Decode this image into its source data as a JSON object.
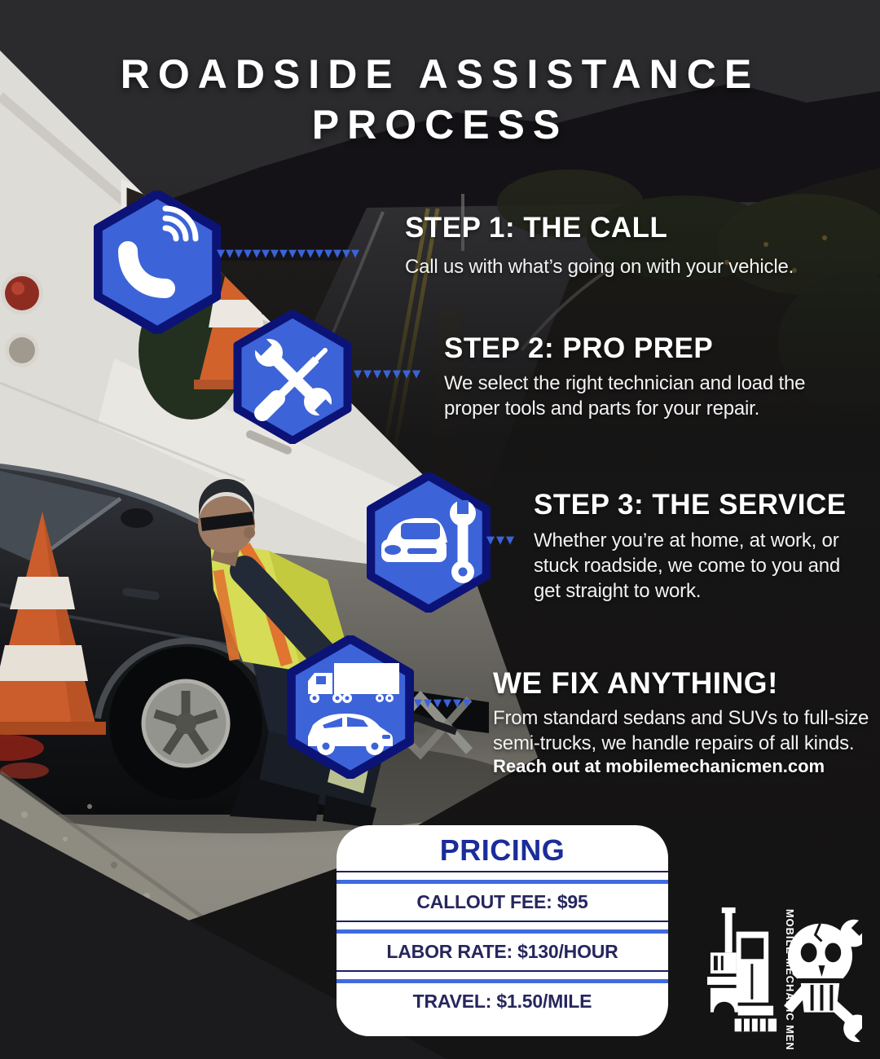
{
  "title": {
    "line1": "ROADSIDE ASSISTANCE",
    "line2": "PROCESS"
  },
  "steps": [
    {
      "icon": "phone-icon",
      "connector": "▼▼▼▼▼▼▼▼▼▼▼▼▼▼▼▼",
      "heading": "STEP 1: THE CALL",
      "line1": "Call us with what’s going on with your vehicle."
    },
    {
      "icon": "tools-icon",
      "connector": "▼▼▼▼▼▼▼",
      "heading": "STEP 2: PRO PREP",
      "line1": "We select the right technician and load the",
      "line2": "proper tools and parts for your repair."
    },
    {
      "icon": "car-wrench-icon",
      "connector": "▼▼▼",
      "heading": "STEP 3: THE SERVICE",
      "line1": "Whether you’re at home, at work, or",
      "line2": "stuck roadside, we come to you and",
      "line3": "get straight to work."
    },
    {
      "icon": "vehicles-icon",
      "connector": "▼▼▼▼▼▼",
      "heading": "WE FIX ANYTHING!",
      "line1": "From standard sedans and SUVs to full-size",
      "line2": "semi-trucks, we handle repairs of all kinds.",
      "cta": "Reach out at mobilemechanicmen.com"
    }
  ],
  "pricing": {
    "title": "PRICING",
    "rows": [
      "CALLOUT FEE: $95",
      "LABOR RATE: $130/HOUR",
      "TRAVEL: $1.50/MILE"
    ]
  },
  "logo": {
    "name": "MOBILE MECHANIC MEN"
  },
  "colors": {
    "hex_fill": "#3d63d8",
    "hex_border": "#0c1377",
    "accent_blue": "#3b63d9",
    "pricing_title": "#1b2d9a",
    "pricing_text": "#26265e",
    "divider_thick": "#3f6ae0",
    "divider_thin": "#1c2063",
    "background": "#2b2a2d",
    "near_black": "#151414"
  }
}
